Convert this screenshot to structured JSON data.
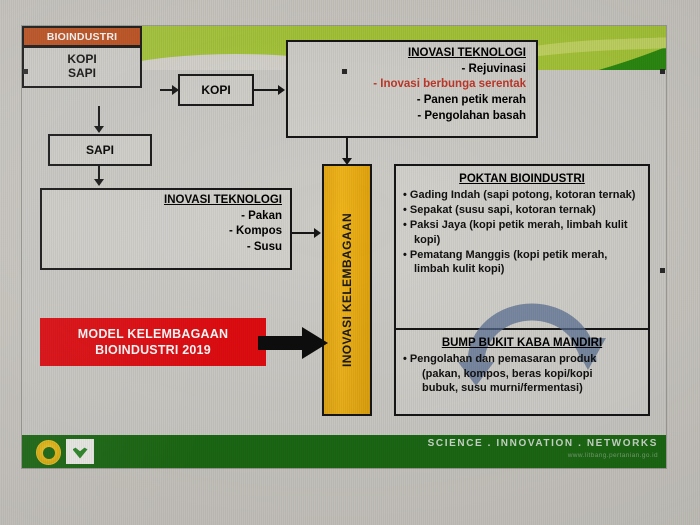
{
  "slide": {
    "bioindustri": {
      "header": "BIOINDUSTRI",
      "items": [
        "KOPI",
        "SAPI"
      ]
    },
    "kopi_box": "KOPI",
    "sapi_box": "SAPI",
    "tek_top": {
      "title": "INOVASI TEKNOLOGI",
      "items": [
        "- Rejuvinasi",
        "- Inovasi berbunga serentak",
        "- Panen petik merah",
        "- Pengolahan basah"
      ],
      "highlight_index": 1,
      "highlight_color": "#c0392b"
    },
    "tek_left": {
      "title": "INOVASI TEKNOLOGI",
      "items": [
        "- Pakan",
        "- Kompos",
        "- Susu"
      ]
    },
    "vertical_bar": {
      "label": "INOVASI KELEMBAGAAN",
      "color": "#f0b51f"
    },
    "poktan": {
      "title": "POKTAN BIOINDUSTRI",
      "items": [
        "Gading Indah (sapi potong, kotoran ternak)",
        "Sepakat (susu sapi, kotoran ternak)",
        "Paksi Jaya (kopi petik merah, limbah kulit kopi)",
        "Pematang Manggis (kopi petik merah, limbah kulit kopi)"
      ]
    },
    "bump": {
      "title": "BUMP BUKIT KABA MANDIRI",
      "item_line1": "Pengolahan dan pemasaran produk",
      "item_line2": "(pakan, kompos, beras kopi/kopi",
      "item_line3": "bubuk, susu murni/fermentasi)"
    },
    "red_banner": {
      "line1": "MODEL KELEMBAGAAN",
      "line2": "BIOINDUSTRI 2019",
      "color": "#e00d12"
    },
    "footer": {
      "tagline": "SCIENCE . INNOVATION . NETWORKS",
      "url": "www.litbang.pertanian.go.id"
    }
  }
}
